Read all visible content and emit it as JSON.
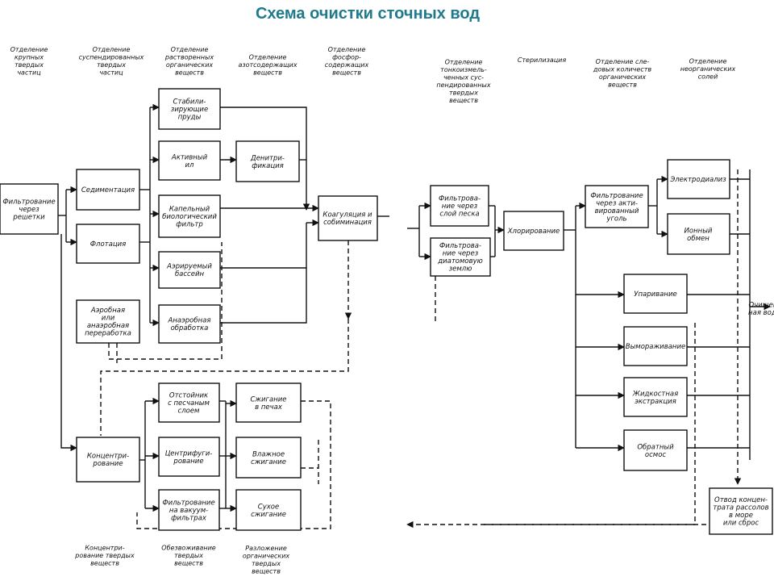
{
  "title": "Схема очистки сточных вод",
  "headers": {
    "large_solids": [
      "Отделение",
      "крупных",
      "твердых",
      "частиц"
    ],
    "suspended_solids": [
      "Отделение",
      "суспендированных",
      "твердых",
      "частиц"
    ],
    "dissolved_organics": [
      "Отделение",
      "растворенных",
      "органических",
      "веществ"
    ],
    "nitrogen": [
      "Отделение",
      "азотсодержащих",
      "веществ"
    ],
    "phosphorus": [
      "Отделение",
      "фосфор-",
      "содержащих",
      "веществ"
    ],
    "fine_solids": [
      "Отделение",
      "тонкоизмель-",
      "ченных сус-",
      "пендированных",
      "твердых",
      "веществ"
    ],
    "sterilization": [
      "Стерилизация"
    ],
    "trace_organics": [
      "Отделение сле-",
      "довых количеств",
      "органических",
      "веществ"
    ],
    "inorganic_salts": [
      "Отделение",
      "неорганических",
      "солей"
    ]
  },
  "boxes": {
    "screen": [
      "Фильтрование",
      "через",
      "решетки"
    ],
    "sedimentation": [
      "Седиментация"
    ],
    "flotation": [
      "Флотация"
    ],
    "anaerobic": [
      "Аэробная",
      "или",
      "анаэробная",
      "переработка"
    ],
    "stabilization_ponds": [
      "Стабили-",
      "зирующие",
      "пруды"
    ],
    "activated_sludge": [
      "Активный",
      "ил"
    ],
    "trickling_filter": [
      "Капельный",
      "биологический",
      "фильтр"
    ],
    "aerated_basin": [
      "Аэрируемый",
      "бассейн"
    ],
    "anaerobic_treatment": [
      "Анаэробная",
      "обработка"
    ],
    "denitrification": [
      "Денитри-",
      "фикация"
    ],
    "coagulation": [
      "Коагуляция и",
      "собиминация"
    ],
    "sand_filtration": [
      "Фильтрова-",
      "ние через",
      "слой песка"
    ],
    "diatom_filtration": [
      "Фильтрова-",
      "ние через",
      "диатомовую",
      "землю"
    ],
    "chlorination": [
      "Хлорирование"
    ],
    "carbon_filtration": [
      "Фильтрование",
      "через акти-",
      "вированный",
      "уголь"
    ],
    "electrodialysis": [
      "Электродиализ"
    ],
    "ion_exchange": [
      "Ионный",
      "обмен"
    ],
    "evaporation": [
      "Упаривание"
    ],
    "stripping": [
      "Вымораживание"
    ],
    "liquid_extraction": [
      "Жидкостная",
      "экстракция"
    ],
    "reverse_osmosis": [
      "Обратный",
      "осмос"
    ],
    "brine_disposal": [
      "Отвод концен-",
      "трата рассолов",
      "в море",
      "или сброс"
    ],
    "concentration": [
      "Концентри-",
      "рование"
    ],
    "sand_bed_drying": [
      "Отстойник",
      "с песчаным",
      "слоем"
    ],
    "centrifugation": [
      "Центрифуги-",
      "рование"
    ],
    "vacuum_filtration": [
      "Фильтрование",
      "на вакуум-",
      "фильтрах"
    ],
    "kiln_burning": [
      "Сжигание",
      "в печах"
    ],
    "wet_combustion": [
      "Влажное",
      "сжигание"
    ],
    "dry_combustion": [
      "Сухое",
      "сжигание"
    ]
  },
  "side_labels": {
    "clean_water": [
      "Очищен-",
      "ная вода"
    ]
  },
  "footers": {
    "concentration": [
      "Концентри-",
      "рование твердых",
      "веществ"
    ],
    "dewatering": [
      "Обезвоживание",
      "твердых",
      "веществ"
    ],
    "decomposition": [
      "Разложение",
      "органических",
      "твердых",
      "веществ"
    ]
  }
}
